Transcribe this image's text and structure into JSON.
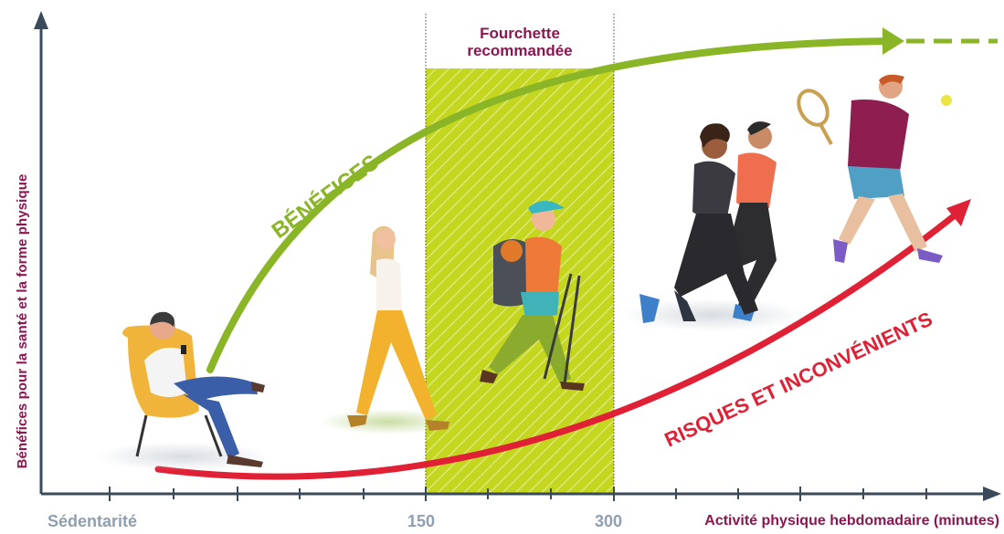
{
  "axes": {
    "y_label": "Bénéfices pour la santé et la forme physique",
    "x_label": "Activité physique hebdomadaire (minutes)",
    "ticks": [
      "Sédentarité",
      "150",
      "300"
    ]
  },
  "zone": {
    "title_line1": "Fourchette",
    "title_line2": "recommandée"
  },
  "curves": {
    "benefits_label": "BÉNÉFICES",
    "risks_label": "RISQUES ET INCONVÉNIENTS"
  },
  "colors": {
    "benefits": "#8ab526",
    "risks": "#e02035",
    "labels": "#8b1650",
    "axis": "#3a4a5a",
    "zone_fill": "#c3d41d",
    "tick_text": "#8f9fb1"
  },
  "figures": [
    "seated-person-with-phone-illustration",
    "walking-woman-illustration",
    "hiker-with-poles-illustration",
    "two-runners-illustration",
    "tennis-player-illustration"
  ]
}
